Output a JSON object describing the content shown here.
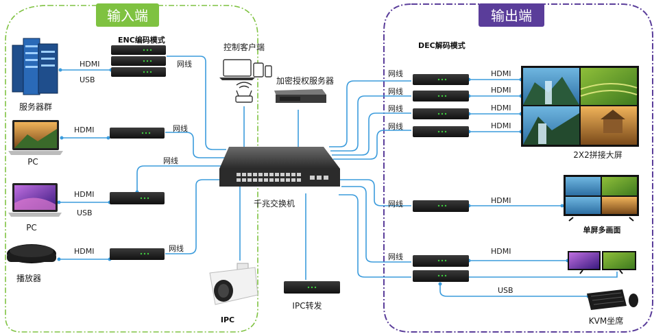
{
  "input_zone": {
    "title": "输入端",
    "color": "#7fc241"
  },
  "output_zone": {
    "title": "输出端",
    "color": "#5a3d9a"
  },
  "sources": {
    "server": {
      "label": "服务器群",
      "link1": "HDMI",
      "link2": "USB",
      "net": "网线"
    },
    "pc1": {
      "label": "PC",
      "link1": "HDMI",
      "net": "网线"
    },
    "pc2": {
      "label": "PC",
      "link1": "HDMI",
      "link2": "USB",
      "net": "网线"
    },
    "player": {
      "label": "播放器",
      "link1": "HDMI",
      "net": "网线"
    },
    "ipc": {
      "label": "IPC"
    }
  },
  "enc_mode": "ENC编码模式",
  "dec_mode": "DEC解码模式",
  "control_client": "控制客户端",
  "auth_server": "加密授权服务器",
  "switch": "千兆交换机",
  "ipc_forward": "IPC转发",
  "outputs": {
    "video_wall": {
      "label": "2X2拼接大屏",
      "net": "网线",
      "link": "HDMI"
    },
    "single_screen": {
      "label": "单屏多画面",
      "net": "网线",
      "link": "HDMI"
    },
    "kvm": {
      "label": "KVM坐席",
      "net": "网线",
      "link": "HDMI",
      "link2": "USB"
    }
  },
  "colors": {
    "wire": "#3a9bdc",
    "device": "#1c1c1c",
    "led": "#3fd13f"
  }
}
